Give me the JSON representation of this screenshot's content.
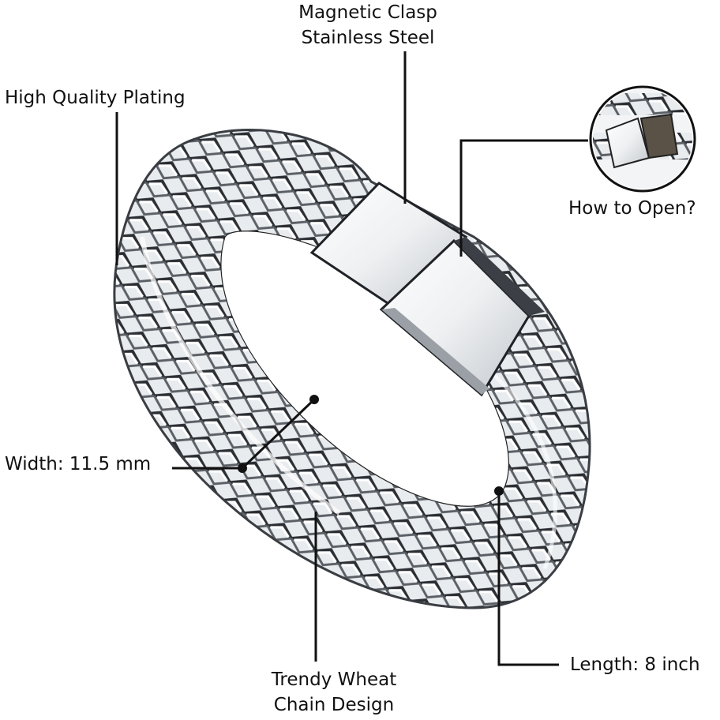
{
  "callouts": {
    "magnetic_clasp": {
      "line1": "Magnetic Clasp",
      "line2": "Stainless Steel"
    },
    "plating": {
      "text": "High Quality Plating"
    },
    "how_to_open": {
      "text": "How to Open?"
    },
    "width": {
      "text": "Width: 11.5 mm"
    },
    "wheat_chain": {
      "line1": "Trendy Wheat",
      "line2": "Chain Design"
    },
    "length": {
      "text": "Length: 8 inch"
    }
  },
  "colors": {
    "leader_line": "#111111",
    "steel_light": "#f4f6f8",
    "steel_mid": "#b9bec4",
    "steel_dark": "#2a2d31"
  }
}
